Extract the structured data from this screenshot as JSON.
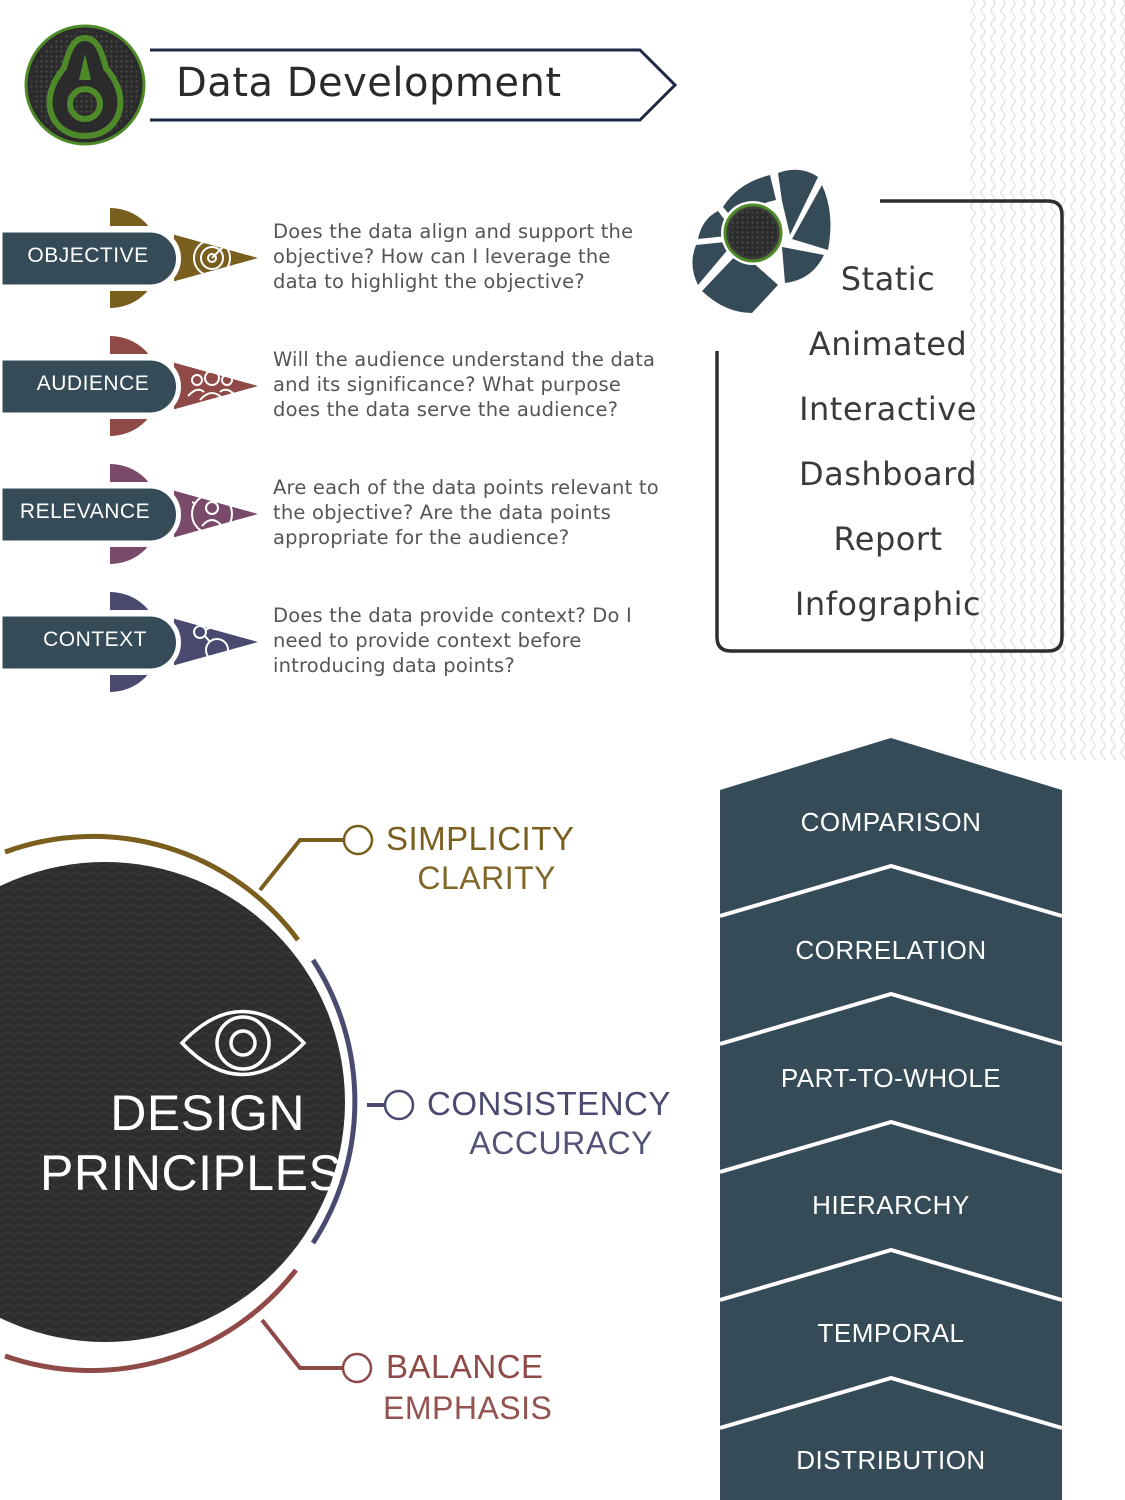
{
  "header": {
    "title": "Data Development"
  },
  "questions": [
    {
      "label": "OBJECTIVE",
      "text_lines": [
        "Does the data align and support the",
        "objective? How can I leverage the",
        "data to highlight the objective?"
      ],
      "color": "#7a5e1e",
      "icon": "target-icon"
    },
    {
      "label": "AUDIENCE",
      "text_lines": [
        "Will the audience understand the data",
        "and its significance? What purpose",
        "does the data serve the audience?"
      ],
      "color": "#8f4a47",
      "icon": "audience-group-icon"
    },
    {
      "label": "RELEVANCE",
      "text_lines": [
        "Are each of the data points relevant to",
        "the objective? Are the data points",
        "appropriate for the audience?"
      ],
      "color": "#7a4a6a",
      "icon": "focus-person-icon"
    },
    {
      "label": "CONTEXT",
      "text_lines": [
        "Does the data provide context? Do I",
        "need to provide context before",
        "introducing data points?"
      ],
      "color": "#4a4a70",
      "icon": "connected-nodes-icon"
    }
  ],
  "formats": [
    "Static",
    "Animated",
    "Interactive",
    "Dashboard",
    "Report",
    "Infographic"
  ],
  "design": {
    "title_line1": "DESIGN",
    "title_line2": "PRINCIPLES",
    "icon": "eye-icon",
    "principles": [
      {
        "main": "SIMPLICITY",
        "sub": "CLARITY",
        "color": "#7a5e1e"
      },
      {
        "main": "CONSISTENCY",
        "sub": "ACCURACY",
        "color": "#4a4a70"
      },
      {
        "main": "BALANCE",
        "sub": "EMPHASIS",
        "color": "#8f4a47"
      }
    ]
  },
  "chart_types": [
    "COMPARISON",
    "CORRELATION",
    "PART-TO-WHOLE",
    "HIERARCHY",
    "TEMPORAL",
    "DISTRIBUTION"
  ],
  "colors": {
    "slate": "#354b58",
    "dark": "#2e2e2e",
    "navy": "#1f2a48",
    "green": "#4f8a2a"
  }
}
